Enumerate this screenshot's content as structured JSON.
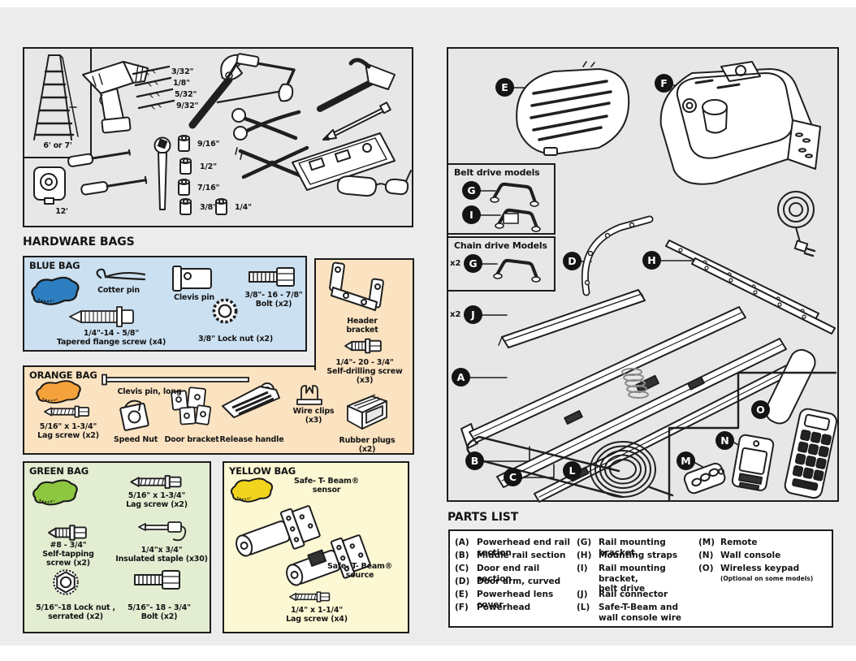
{
  "tools": {
    "ladder_height": "6' or 7'",
    "tape_length": "12'",
    "drill_bits": [
      "3/32\"",
      "1/8\"",
      "5/32\"",
      "9/32\""
    ],
    "sockets": [
      "9/16\"",
      "1/2\"",
      "7/16\"",
      "3/8\"",
      "1/4\""
    ]
  },
  "hardware": {
    "title": "HARDWARE BAGS",
    "blue": {
      "title": "BLUE BAG",
      "bag_color": "#2e7fc2",
      "panel_color": "#cbe0f1",
      "cotter_pin": "Cotter pin",
      "clevis_pin": "Clevis pin",
      "bolt": "3/8\"- 16 - 7/8\"\nBolt (x2)",
      "tapered_flange_screw": "1/4\"-14 - 5/8\"\nTapered flange screw (x4)",
      "lock_nut": "3/8\"  Lock nut (x2)"
    },
    "orange": {
      "title": "ORANGE BAG",
      "bag_color": "#f6a23c",
      "panel_color": "#fbe3c1",
      "clevis_pin_long": "Clevis pin, long",
      "lag_screw": "5/16\" x 1-3/4\"\nLag screw (x2)",
      "speed_nut": "Speed Nut",
      "door_bracket": "Door bracket",
      "release_handle": "Release handle",
      "wire_clips": "Wire  clips (x3)",
      "rubber_plugs": "Rubber plugs (x2)",
      "header_bracket": "Header bracket",
      "self_drilling_screw": "1/4\"- 20 - 3/4\"\nSelf-drilling screw (x3)"
    },
    "green": {
      "title": "GREEN BAG",
      "bag_color": "#8dc63f",
      "panel_color": "#e3edd2",
      "lag_screw": "5/16\" x 1-3/4\"\nLag screw (x2)",
      "self_tapping_screw": "#8 - 3/4\"\nSelf-tapping\nscrew (x2)",
      "insulated_staple": "1/4\"x 3/4\"\nInsulated staple (x30)",
      "lock_nut": "5/16\"-18   Lock nut ,\nserrated (x2)",
      "bolt": "5/16\"- 18 - 3/4\"\nBolt (x2)"
    },
    "yellow": {
      "title": "YELLOW BAG",
      "bag_color": "#f2d41f",
      "panel_color": "#fcf8d4",
      "stb_sensor": "Safe- T- Beam®\nsensor",
      "stb_source": "Safe- T- Beam®\nsource",
      "lag_screw": "1/4\" x 1-1/4\"\nLag screw (x4)"
    }
  },
  "diagram": {
    "belt_title": "Belt drive models",
    "chain_title": "Chain drive Models",
    "x2": "x2",
    "badges": {
      "a": "A",
      "b": "B",
      "c": "C",
      "d": "D",
      "e": "E",
      "f": "F",
      "g": "G",
      "h": "H",
      "i": "I",
      "j": "J",
      "l": "L",
      "m": "M",
      "n": "N",
      "o": "O"
    }
  },
  "parts_list": {
    "title": "PARTS LIST",
    "col1": [
      {
        "k": "(A)",
        "v": "Powerhead end rail section"
      },
      {
        "k": "(B)",
        "v": "Middle rail section"
      },
      {
        "k": "(C)",
        "v": "Door end rail section"
      },
      {
        "k": "(D)",
        "v": "Door arm, curved"
      },
      {
        "k": "(E)",
        "v": "Powerhead lens cover"
      },
      {
        "k": "(F)",
        "v": "Powerhead"
      }
    ],
    "col2": [
      {
        "k": "(G)",
        "v": "Rail mounting bracket"
      },
      {
        "k": "(H)",
        "v": "Mounting straps"
      },
      {
        "k": "(I)",
        "v": "Rail mounting bracket,\nbelt drive"
      },
      {
        "k": "(J)",
        "v": "Rail connector"
      },
      {
        "k": "(L)",
        "v": "Safe-T-Beam and\nwall console wire"
      }
    ],
    "col3": [
      {
        "k": "(M)",
        "v": "Remote"
      },
      {
        "k": "(N)",
        "v": "Wall console"
      },
      {
        "k": "(O)",
        "v": "Wireless keypad"
      }
    ],
    "keypad_note": "(Optional on some models)"
  }
}
